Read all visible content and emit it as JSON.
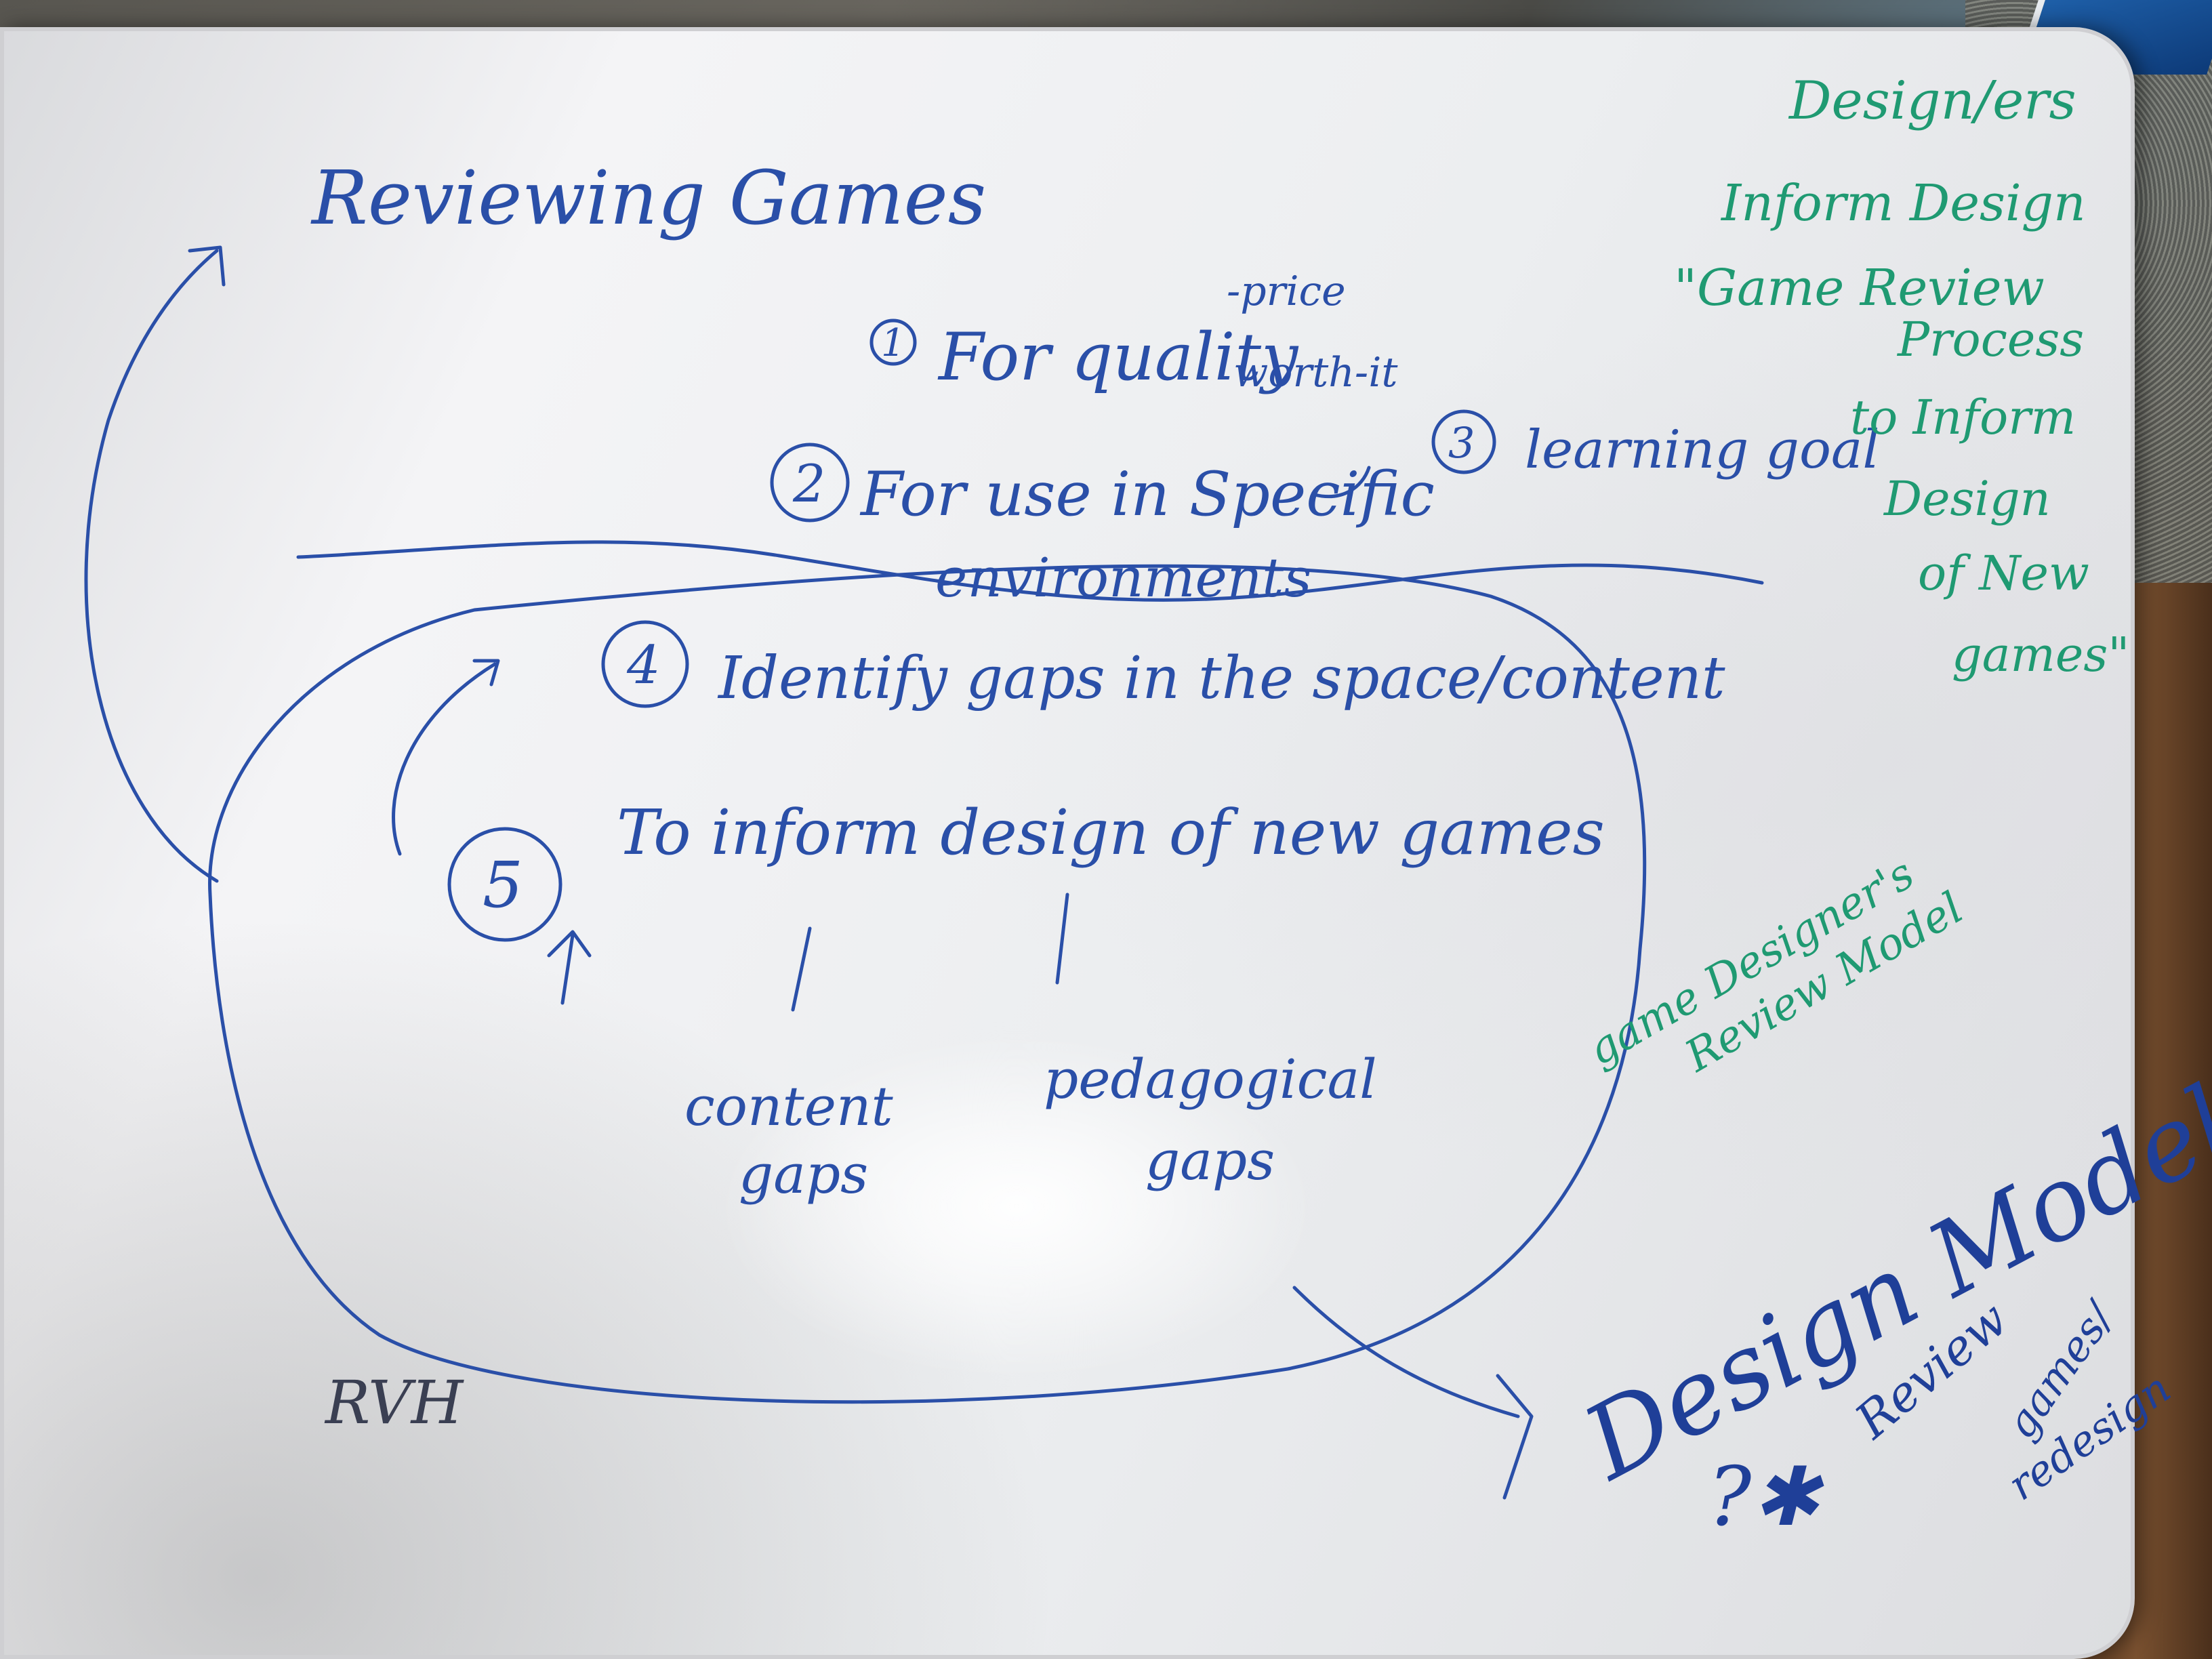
{
  "board": {
    "title": "Reviewing Games",
    "item1": {
      "number": "1",
      "text": "For quality",
      "side_top": "-price",
      "side_bottom": "worth-it"
    },
    "item2": {
      "number": "2",
      "text": "For use in Specific",
      "text2": "environments"
    },
    "item3": {
      "number": "3",
      "text": "learning goal"
    },
    "item4": {
      "number": "4",
      "text": "Identify gaps in the space/content"
    },
    "item5": {
      "number": "5",
      "text": "To inform design of new games"
    },
    "branch_left": {
      "line1": "content",
      "line2": "gaps"
    },
    "branch_right": {
      "line1": "pedagogical",
      "line2": "gaps"
    },
    "signature": "RVH",
    "right_notes": {
      "l1": "Design/ers",
      "l2": "Inform Design",
      "l3": "\"Game Review",
      "l4": "Process",
      "l5": "to Inform",
      "l6": "Design",
      "l7": "of New",
      "l8": "games\""
    },
    "model_note": {
      "line1": "game Designer's",
      "line2": "Review Model"
    },
    "design_model": {
      "line1": "Design Model",
      "line2": "Review",
      "line3": "games/",
      "line4": "redesign",
      "marks": "?✱"
    },
    "colors": {
      "blue_ink": "#2a4fa8",
      "green_ink": "#2aa37c",
      "board": "#f1f1f3"
    }
  }
}
